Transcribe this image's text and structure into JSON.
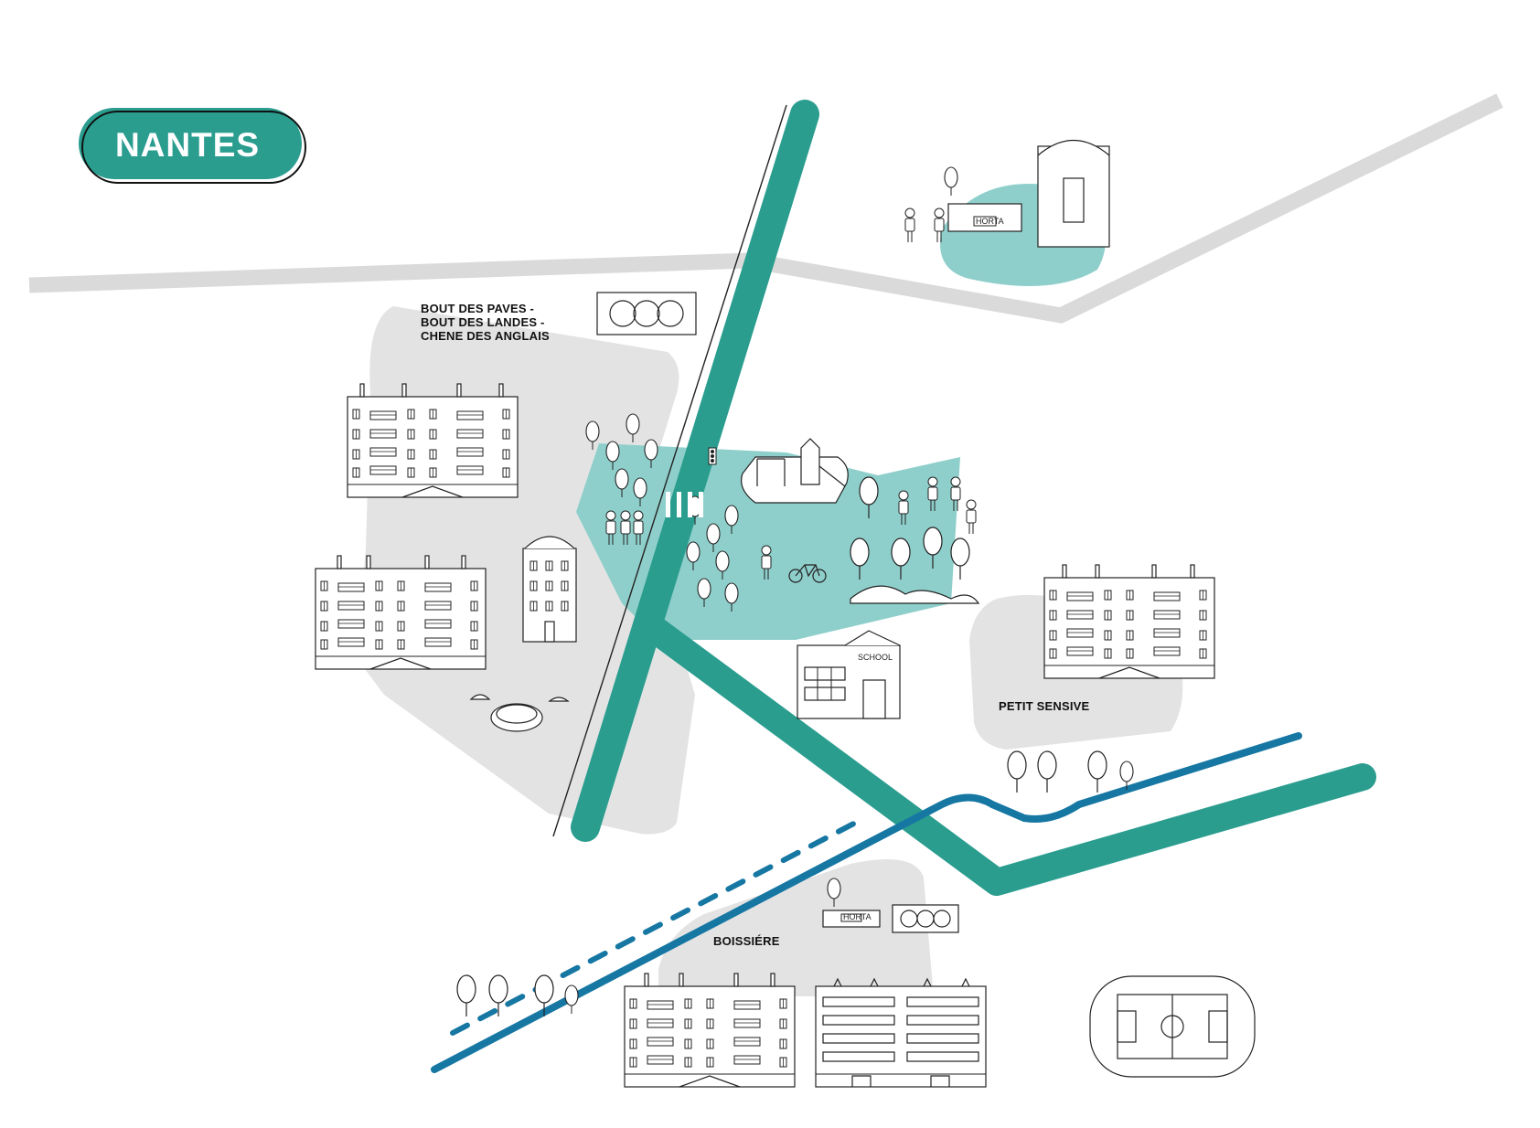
{
  "title": "NANTES",
  "colors": {
    "accent": "#2a9d8f",
    "accent_light": "#8fcfcb",
    "river": "#1677a3",
    "road": "#dadada",
    "district": "#e3e3e3"
  },
  "districts": [
    {
      "key": "bout_des_paves",
      "lines": [
        "BOUT DES PAVES -",
        "BOUT DES LANDES -",
        "CHENE DES ANGLAIS"
      ]
    },
    {
      "key": "petit_sensive",
      "lines": [
        "PETIT SENSIVE"
      ]
    },
    {
      "key": "boissiere",
      "lines": [
        "BOISSIÉRE"
      ]
    }
  ],
  "landmarks": {
    "school_sign": "SCHOOL",
    "garden_sign": "HORTA",
    "garden_sign_small": "HORTA"
  },
  "icons": [
    "buildings-icon",
    "tree-icon",
    "playground-icon",
    "school-icon",
    "bicycle-icon",
    "pond-icon",
    "football-field-icon",
    "community-garden-icon",
    "pedestrian-crossing-icon",
    "traffic-light-icon",
    "compost-icon"
  ]
}
